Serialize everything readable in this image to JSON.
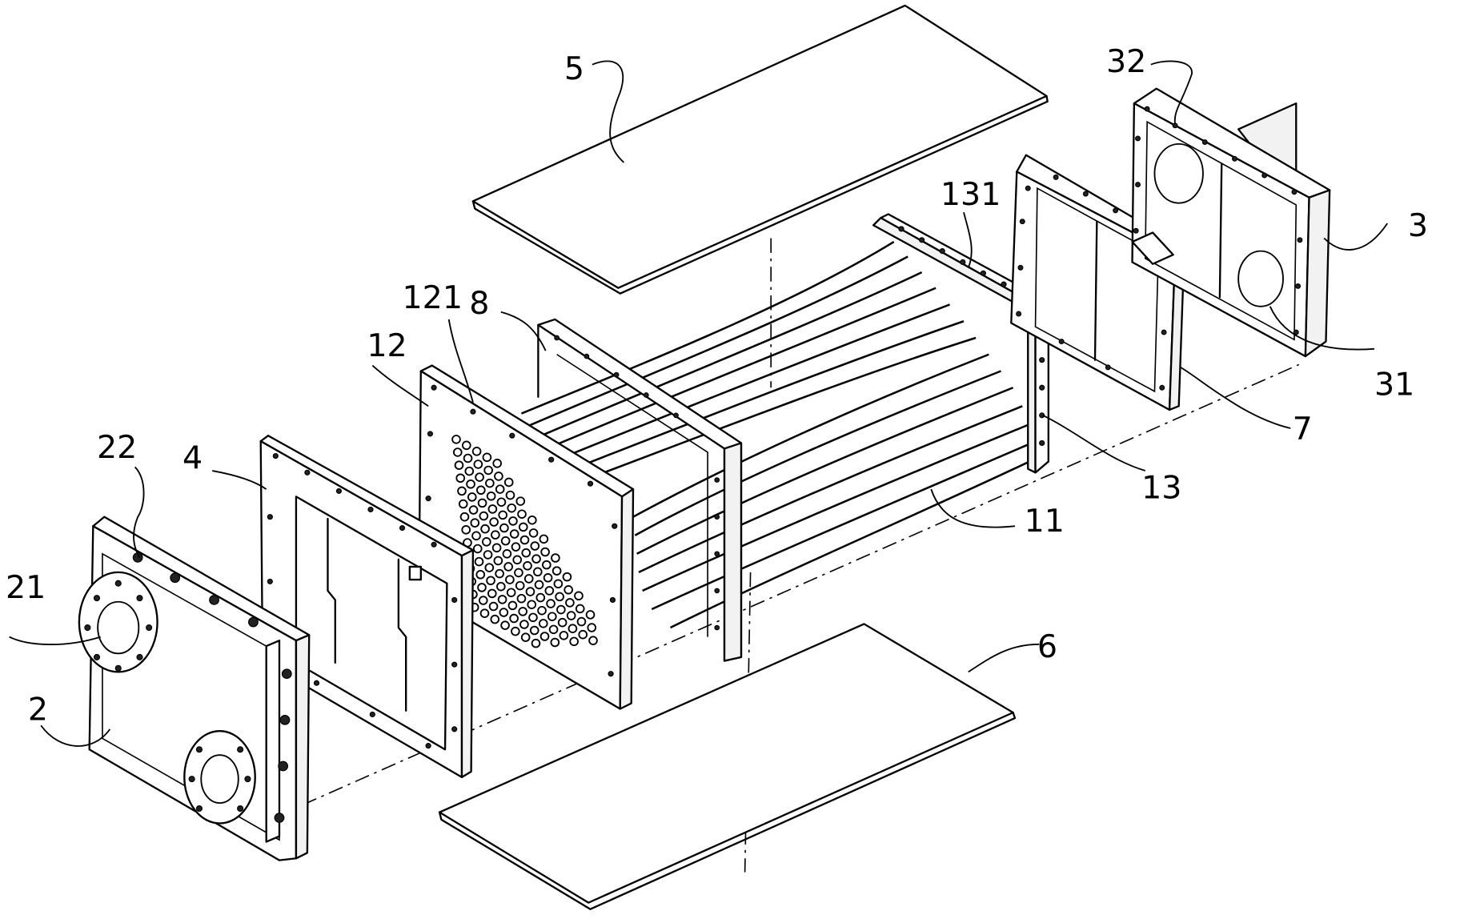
{
  "labels": {
    "l5": "5",
    "l32": "32",
    "l3": "3",
    "l131": "131",
    "l121": "121",
    "l8": "8",
    "l12": "12",
    "l31": "31",
    "l7": "7",
    "l22": "22",
    "l4": "4",
    "l13": "13",
    "l11": "11",
    "l21": "21",
    "l6": "6",
    "l2": "2"
  }
}
